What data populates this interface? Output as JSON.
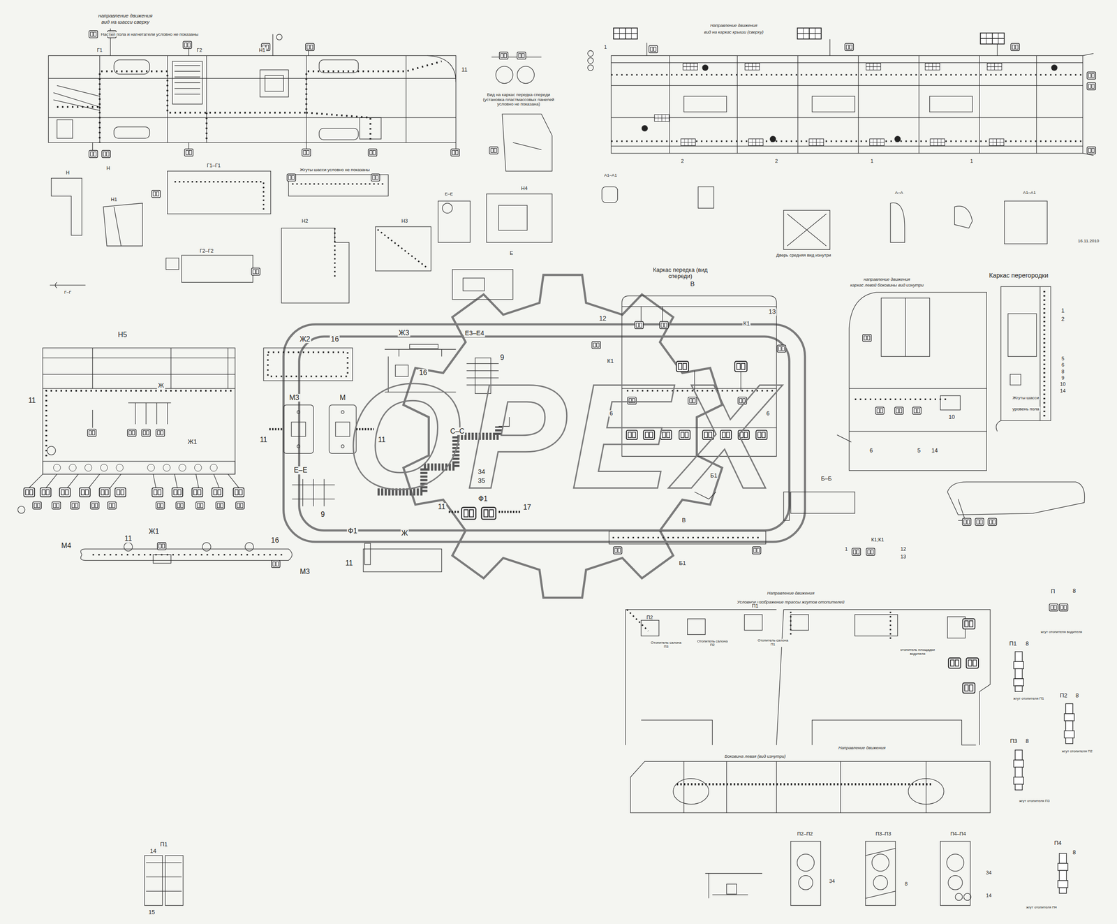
{
  "diagram": {
    "labels": [
      "направление движения",
      "вид на шасси сверху",
      "Настил пола и нагнетатели условно не показаны",
      "Вид на каркас передка спереди (установка пластмассовых панелей условно не показана)",
      "Жгуты шасси условно не показаны",
      "Направление движения",
      "вид на каркас крыши (сверху)",
      "Дверь средняя вид изнутри",
      "16.11.2010",
      "Каркас передка (вид спереди)",
      "направление движения",
      "каркас левой боковины вид изнутри",
      "Каркас перегородки",
      "Н5",
      "Ж2",
      "16",
      "Ж3",
      "Е3–Е4",
      "9",
      "16",
      "М3",
      "М",
      "11",
      "11",
      "С–С",
      "34",
      "35",
      "Е–Е",
      "9",
      "11",
      "Ф1",
      "17",
      "Ф1",
      "Ж",
      "11",
      "Ж1",
      "М4",
      "11",
      "16",
      "М3",
      "11",
      "Ж",
      "Ж1",
      "В",
      "12",
      "13",
      "К1",
      "К1",
      "6",
      "6",
      "Б1",
      "Б–Б",
      "В",
      "Б1",
      "К1;К1",
      "12",
      "13",
      "1",
      "10",
      "6",
      "5",
      "14",
      "1",
      "2",
      "5",
      "6",
      "8",
      "9",
      "10",
      "14",
      "Жгуты шасси",
      "уровень пола",
      "Направление движения",
      "Условное изображение трассы жгутов отопителей",
      "П",
      "8",
      "жгут отопителя водителя",
      "П1",
      "8",
      "жгут отопителя П1",
      "П2",
      "8",
      "жгут отопителя П2",
      "П3",
      "8",
      "жгут отопителя П3",
      "Боковина левая (вид изнутри)",
      "Направление движения",
      "П4",
      "8",
      "жгут отопителя П4",
      "П1",
      "14",
      "15",
      "П2–П2",
      "П3–П3",
      "П4–П4",
      "34",
      "8",
      "34",
      "14",
      "Отопитель салона П3",
      "Отопитель салона П2",
      "Отопитель салона П1",
      "отопитель площадки водителя",
      "П2",
      "П1",
      "Г–Г",
      "Н",
      "Н1",
      "Г1–Г1",
      "Г2–Г2",
      "Н2",
      "Н3",
      "Е–Е",
      "Н4",
      "Е",
      "А–А",
      "А1–А1",
      "А1–А1",
      "Г1",
      "Г2",
      "Н1",
      "11",
      "Н",
      "1",
      "2",
      "2",
      "1",
      "1",
      "OPEX"
    ]
  }
}
